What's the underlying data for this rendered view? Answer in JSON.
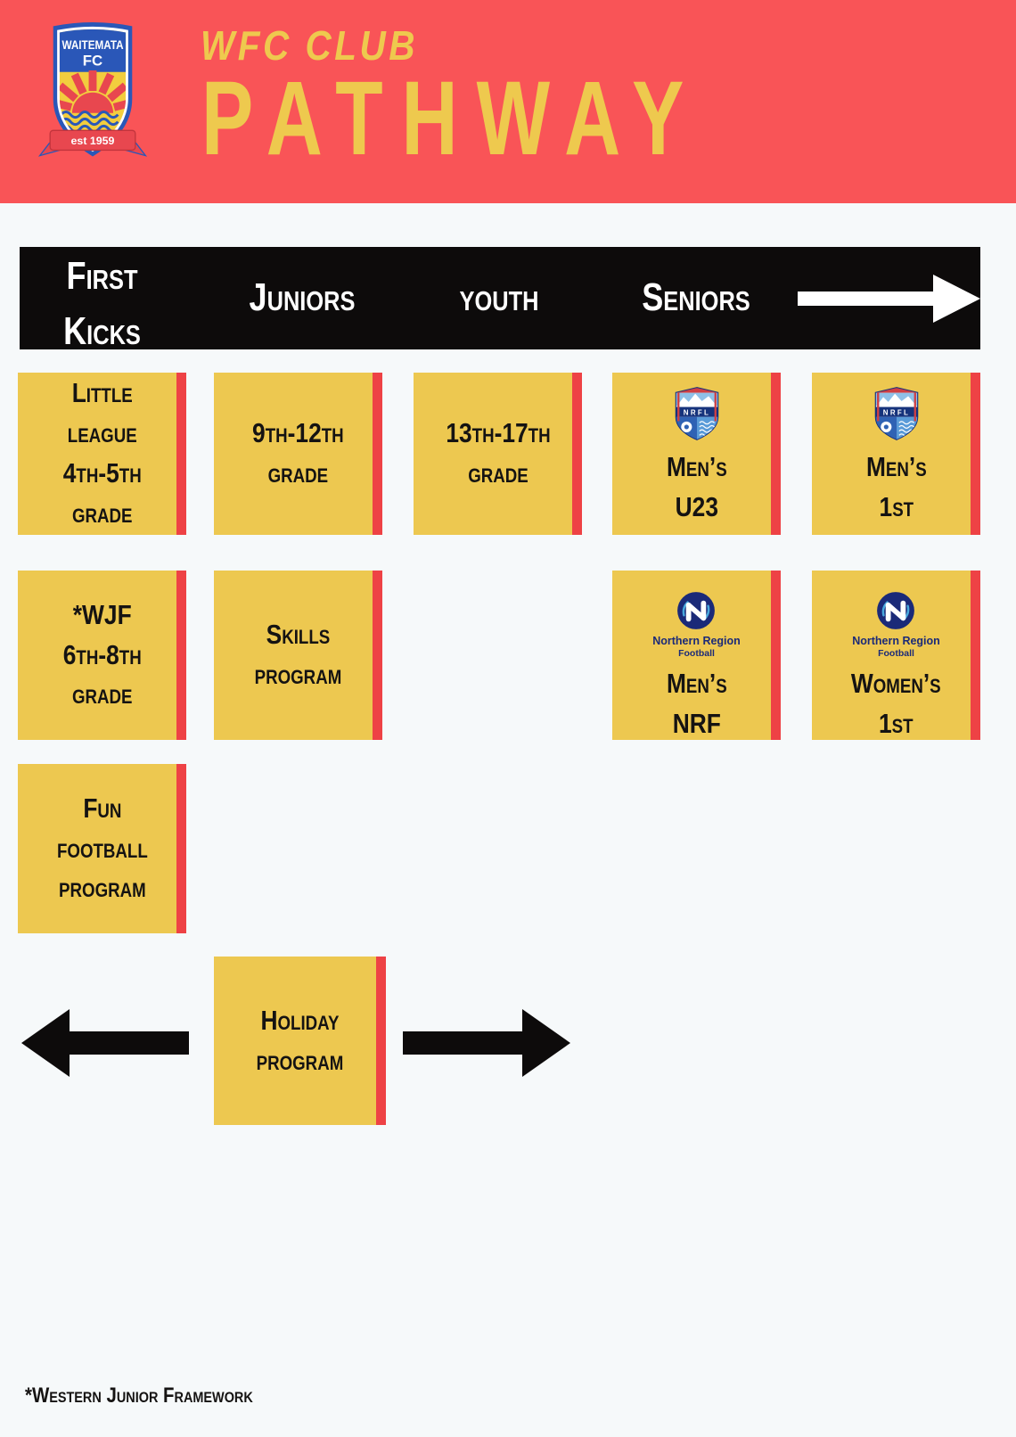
{
  "theme": {
    "header_coral": "#f95457",
    "box_yellow": "#edc850",
    "stripe_red": "#ee4245",
    "bar_black": "#0d0b0b",
    "page_bg": "#f6f9fa",
    "accent_yellow": "#eec94e",
    "navy": "#1b2a78"
  },
  "header": {
    "kicker": "WFC CLUB",
    "title": "PATHWAY",
    "crest": {
      "club": "WAITEMATA",
      "fc": "FC",
      "est": "est 1959"
    }
  },
  "stages": {
    "items": [
      {
        "label": "First\nKicks"
      },
      {
        "label": "Juniors"
      },
      {
        "label": "youth"
      },
      {
        "label": "Seniors"
      }
    ]
  },
  "logos": {
    "nrfl": {
      "text": "NRFL"
    },
    "nrf": {
      "line1": "Northern Region",
      "line2": "Football"
    }
  },
  "boxes": [
    {
      "label": "Little\nleague\n4th-5th\ngrade"
    },
    {
      "label": "9th-12th\ngrade"
    },
    {
      "label": "13th-17th\ngrade"
    },
    {
      "label": "Men’s\nU23"
    },
    {
      "label": "Men’s\n1st"
    },
    {
      "label": "*WJF\n6th-8th\ngrade"
    },
    {
      "label": "Skills\nprogram"
    },
    {
      "label": "Men’s\nNRF"
    },
    {
      "label": "Women’s\n1st"
    },
    {
      "label": "Fun\nfootball\nprogram"
    },
    {
      "label": "Holiday\nprogram"
    }
  ],
  "footer": {
    "note": "*Western Junior Framework"
  }
}
